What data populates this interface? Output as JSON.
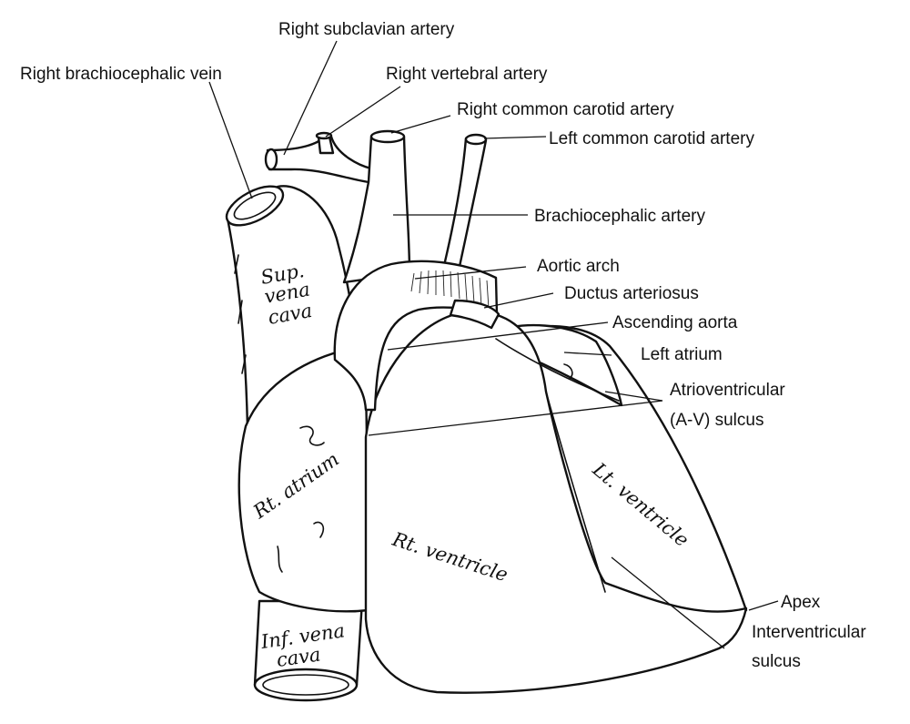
{
  "labels": {
    "right_subclavian_artery": "Right subclavian artery",
    "right_brachiocephalic_vein": "Right brachiocephalic vein",
    "right_vertebral_artery": "Right vertebral artery",
    "right_common_carotid_artery": "Right common carotid artery",
    "left_common_carotid_artery": "Left common carotid artery",
    "brachiocephalic_artery": "Brachiocephalic artery",
    "aortic_arch": "Aortic arch",
    "ductus_arteriosus": "Ductus arteriosus",
    "ascending_aorta": "Ascending aorta",
    "left_atrium": "Left atrium",
    "atrioventricular_line1": "Atrioventricular",
    "atrioventricular_line2": "(A-V) sulcus",
    "apex": "Apex",
    "interventricular_line1": "Interventricular",
    "interventricular_line2": "sulcus"
  },
  "inline_labels": {
    "sup_vena_cava_line1": "Sup.",
    "sup_vena_cava_line2": "vena",
    "sup_vena_cava_line3": "cava",
    "rt_atrium": "Rt. atrium",
    "rt_ventricle": "Rt. ventricle",
    "lt_ventricle": "Lt. ventricle",
    "inf_vena_cava_line1": "Inf. vena",
    "inf_vena_cava_line2": "cava"
  }
}
